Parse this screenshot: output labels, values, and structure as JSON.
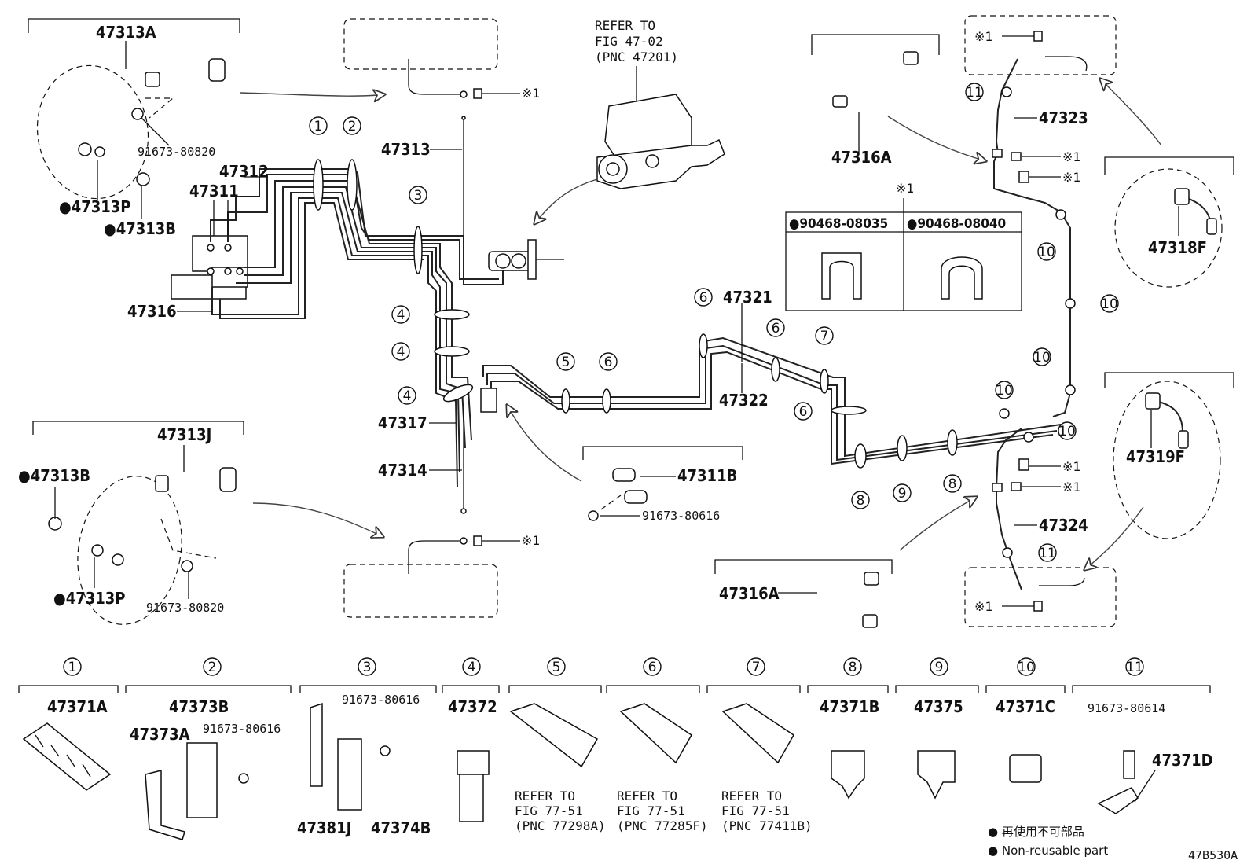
{
  "diagram_id": "47B530A",
  "labels": {
    "p47313A": "47313A",
    "p47313": "47313",
    "p47312": "47312",
    "p47311": "47311",
    "p47316": "47316",
    "p47313P_a": "●47313P",
    "p47313B_a": "●47313B",
    "bolt_80820_a": "91673-80820",
    "p47313J": "47313J",
    "p47313B_b": "●47313B",
    "p47313P_b": "●47313P",
    "bolt_80820_b": "91673-80820",
    "p47317": "47317",
    "p47314": "47314",
    "p47311B": "47311B",
    "bolt_80616_mid": "91673-80616",
    "p47321": "47321",
    "p47322": "47322",
    "p47316A_a": "47316A",
    "p47316A_b": "47316A",
    "p47323": "47323",
    "p47324": "47324",
    "p47318F": "47318F",
    "p47319F": "47319F",
    "x1": "※1",
    "x1_header": "※1"
  },
  "refer_fig47": [
    "REFER TO",
    "FIG 47-02",
    "(PNC 47201)"
  ],
  "clip_table": {
    "left": "●90468-08035",
    "right": "●90468-08040"
  },
  "callouts": [
    "1",
    "2",
    "3",
    "4",
    "5",
    "6",
    "7",
    "8",
    "9",
    "10",
    "11"
  ],
  "bottom_parts": [
    {
      "num": "1",
      "labels": [
        "47371A"
      ]
    },
    {
      "num": "2",
      "labels": [
        "47373B",
        "47373A",
        "91673-80616"
      ]
    },
    {
      "num": "3",
      "labels": [
        "91673-80616",
        "47381J",
        "47374B"
      ]
    },
    {
      "num": "4",
      "labels": [
        "47372"
      ]
    },
    {
      "num": "5",
      "labels": [
        "REFER TO",
        "FIG 77-51",
        "(PNC 77298A)"
      ]
    },
    {
      "num": "6",
      "labels": [
        "REFER TO",
        "FIG 77-51",
        "(PNC 77285F)"
      ]
    },
    {
      "num": "7",
      "labels": [
        "REFER TO",
        "FIG 77-51",
        "(PNC 77411B)"
      ]
    },
    {
      "num": "8",
      "labels": [
        "47371B"
      ]
    },
    {
      "num": "9",
      "labels": [
        "47375"
      ]
    },
    {
      "num": "10",
      "labels": [
        "47371C"
      ]
    },
    {
      "num": "11",
      "labels": [
        "91673-80614",
        "47371D"
      ]
    }
  ],
  "legend": {
    "line1": "● 再使用不可部品",
    "line2": "● Non-reusable part"
  }
}
